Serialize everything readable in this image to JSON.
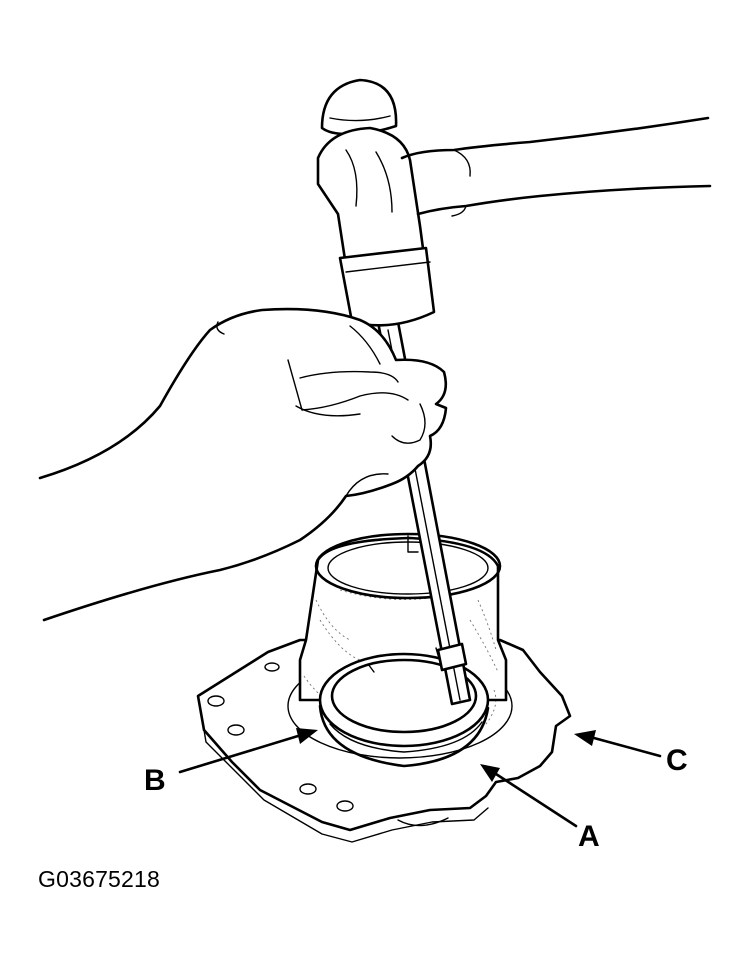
{
  "callouts": {
    "a": "A",
    "b": "B",
    "c": "C"
  },
  "figure_id": "G03675218"
}
